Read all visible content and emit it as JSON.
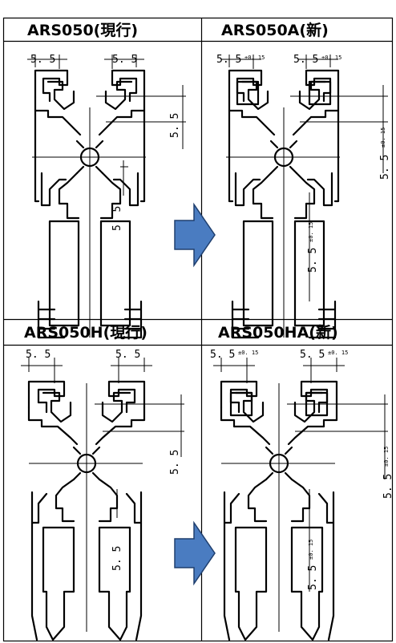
{
  "panels": [
    {
      "title": "ARS050(現行)",
      "dim_top_left": "5. 5",
      "dim_top_right": "5. 5",
      "dim_right": "5. 5",
      "dim_center": "5. 5"
    },
    {
      "title": "ARS050A(新)",
      "dim_top_left": "5. 5",
      "dim_top_left_tol": "±0. 15",
      "dim_top_right": "5. 5",
      "dim_top_right_tol": "±0. 15",
      "dim_right": "5. 5",
      "dim_right_tol": "±0. 15",
      "dim_center": "5. 5",
      "dim_center_tol": "±0. 15"
    },
    {
      "title": "ARS050H(現行)",
      "dim_top_left": "5. 5",
      "dim_top_right": "5. 5",
      "dim_right": "5. 5",
      "dim_center": "5. 5"
    },
    {
      "title": "ARS050HA(新)",
      "dim_top_left": "5. 5",
      "dim_top_left_tol": "±0. 15",
      "dim_top_right": "5. 5",
      "dim_top_right_tol": "±0. 15",
      "dim_right": "5. 5",
      "dim_right_tol": "±0. 15",
      "dim_center": "5. 5",
      "dim_center_tol": "±0. 15"
    }
  ],
  "arrow_color": "#4a7cc1",
  "arrow_stroke": "#1f3f6e"
}
